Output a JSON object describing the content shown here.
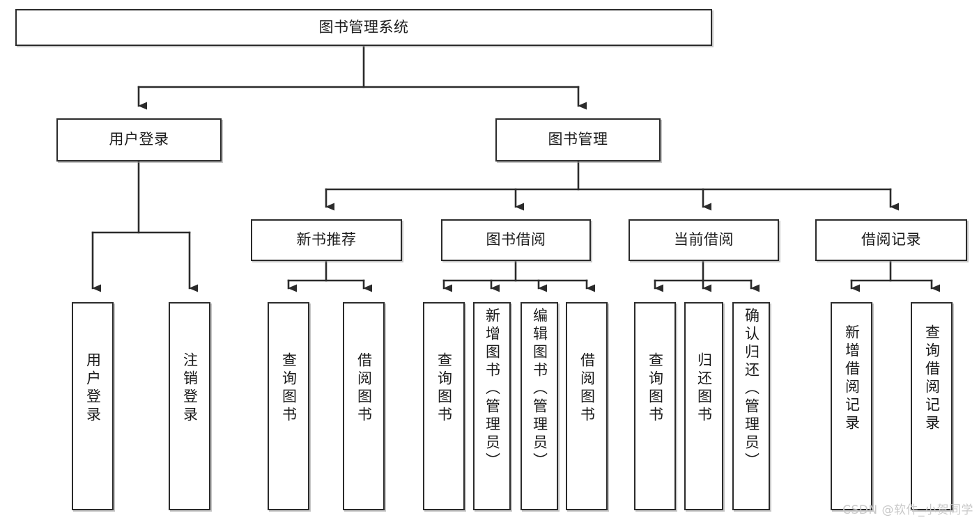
{
  "diagram": {
    "type": "tree-hierarchy-chart",
    "title": "图书管理系统",
    "colors": {
      "box_border": "#2b2b2b",
      "box_fill": "#ffffff",
      "connector": "#2b2b2b",
      "text": "#1b1b1b",
      "watermark": "#c9c9c9",
      "background": "#ffffff"
    },
    "nodes": {
      "root": {
        "label": "图书管理系统",
        "orientation": "horizontal"
      },
      "level2": [
        {
          "id": "user-login",
          "label": "用户登录",
          "orientation": "horizontal"
        },
        {
          "id": "book-management",
          "label": "图书管理",
          "orientation": "horizontal"
        }
      ],
      "level3": [
        {
          "id": "new-book-recommend",
          "label": "新书推荐",
          "orientation": "horizontal"
        },
        {
          "id": "book-borrow",
          "label": "图书借阅",
          "orientation": "horizontal"
        },
        {
          "id": "current-borrow",
          "label": "当前借阅",
          "orientation": "horizontal"
        },
        {
          "id": "borrow-record",
          "label": "借阅记录",
          "orientation": "horizontal"
        }
      ],
      "leaves": [
        {
          "id": "leaf-user-login",
          "label": "用户登录",
          "parent": "user-login",
          "orientation": "vertical"
        },
        {
          "id": "leaf-logout-login",
          "label": "注销登录",
          "parent": "user-login",
          "orientation": "vertical"
        },
        {
          "id": "leaf-query-book-1",
          "label": "查询图书",
          "parent": "new-book-recommend",
          "orientation": "vertical"
        },
        {
          "id": "leaf-borrow-book-1",
          "label": "借阅图书",
          "parent": "new-book-recommend",
          "orientation": "vertical"
        },
        {
          "id": "leaf-query-book-2",
          "label": "查询图书",
          "parent": "book-borrow",
          "orientation": "vertical"
        },
        {
          "id": "leaf-add-book",
          "label": "新增图书（管理员）",
          "parent": "book-borrow",
          "orientation": "vertical"
        },
        {
          "id": "leaf-edit-book",
          "label": "编辑图书（管理员）",
          "parent": "book-borrow",
          "orientation": "vertical"
        },
        {
          "id": "leaf-borrow-book-2",
          "label": "借阅图书",
          "parent": "book-borrow",
          "orientation": "vertical"
        },
        {
          "id": "leaf-query-book-3",
          "label": "查询图书",
          "parent": "current-borrow",
          "orientation": "vertical"
        },
        {
          "id": "leaf-return-book",
          "label": "归还图书",
          "parent": "current-borrow",
          "orientation": "vertical"
        },
        {
          "id": "leaf-confirm-return",
          "label": "确认归还（管理员）",
          "parent": "current-borrow",
          "orientation": "vertical"
        },
        {
          "id": "leaf-add-record",
          "label": "新增借阅记录",
          "parent": "borrow-record",
          "orientation": "vertical"
        },
        {
          "id": "leaf-query-record",
          "label": "查询借阅记录",
          "parent": "borrow-record",
          "orientation": "vertical"
        }
      ]
    },
    "watermark": "CSDN @软件_小贺同学"
  }
}
